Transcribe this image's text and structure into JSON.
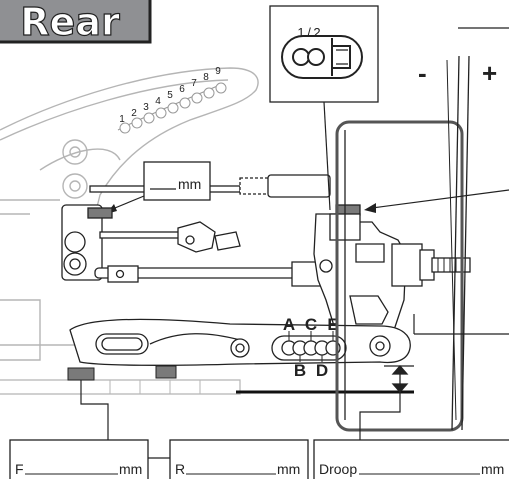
{
  "banner": {
    "title": "Rear"
  },
  "inset": {
    "hole_1": "1",
    "hole_2": "2",
    "separator": "/"
  },
  "camber": {
    "minus": "-",
    "plus": "+"
  },
  "link_holes": [
    "1",
    "2",
    "3",
    "4",
    "5",
    "6",
    "7",
    "8",
    "9"
  ],
  "link_length": {
    "unit": "mm"
  },
  "arm_holes": {
    "top": [
      "A",
      "C",
      "E"
    ],
    "bottom": [
      "B",
      "D"
    ]
  },
  "fields": {
    "front": {
      "label": "F",
      "unit": "mm"
    },
    "rear": {
      "label": "R",
      "unit": "mm"
    },
    "droop": {
      "label": "Droop",
      "unit": "mm"
    }
  },
  "colors": {
    "banner": "#8f9093",
    "line": "#1a1a1a",
    "part": "#ffffff",
    "shim": "#7a7a7a"
  }
}
